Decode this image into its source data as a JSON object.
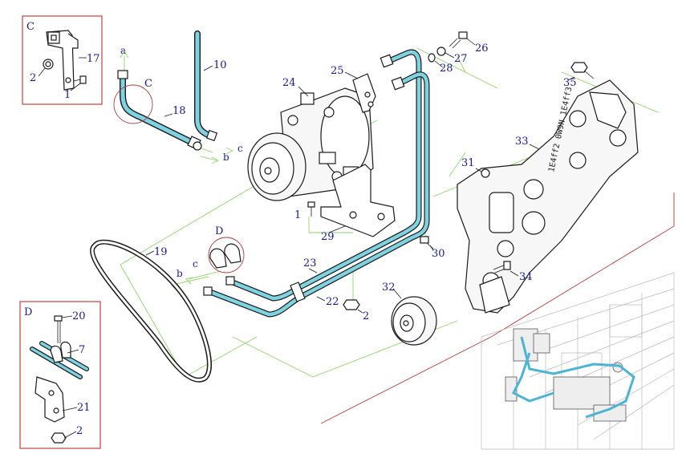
{
  "detail_boxes": {
    "c": {
      "title": "C",
      "labels": [
        "17",
        "2",
        "1"
      ]
    },
    "d": {
      "title": "D",
      "labels": [
        "20",
        "7",
        "21",
        "2"
      ]
    }
  },
  "callouts": {
    "c_detail": "C",
    "d_detail": "D",
    "arrow_a": "a",
    "arrow_b_upper": "b",
    "arrow_c_upper": "c",
    "arrow_b_lower": "b",
    "arrow_c_lower": "c"
  },
  "part_labels": {
    "p10": "10",
    "p18": "18",
    "p24": "24",
    "p25": "25",
    "p26": "26",
    "p27": "27",
    "p28": "28",
    "p35": "35",
    "p33": "33",
    "p31": "31",
    "p1": "1",
    "p29": "29",
    "p30": "30",
    "p19": "19",
    "p23": "23",
    "p22": "22",
    "p2": "2",
    "p32": "32",
    "p34": "34"
  },
  "bracket_stamp": "1E4ff2 0W9N 1E4ff3",
  "colors": {
    "hose": "#7fd3e0",
    "label": "#1a1a8c",
    "guide_line": "#8fd46a",
    "detail_box": "#c04040"
  }
}
